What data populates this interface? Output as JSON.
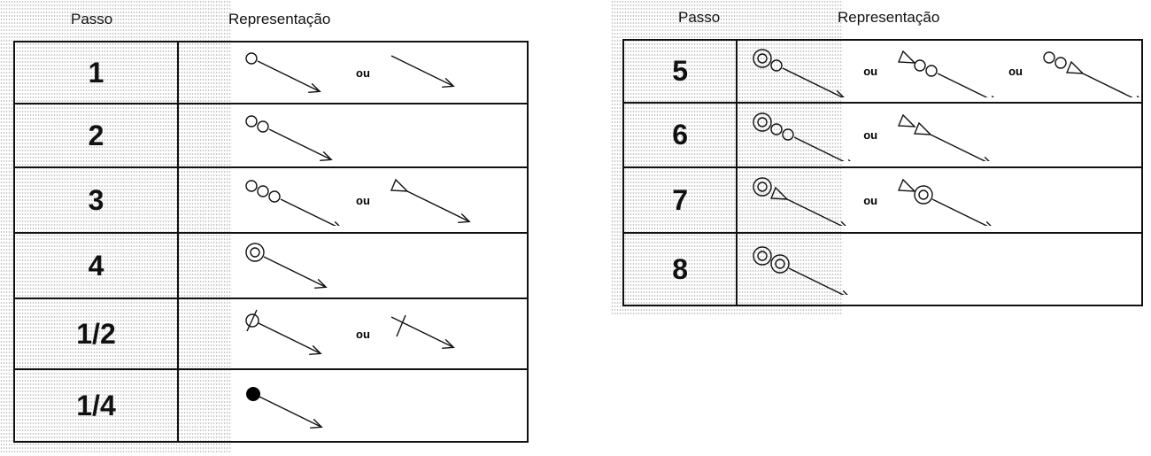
{
  "headers": {
    "step": "Passo",
    "representation": "Representação"
  },
  "separator": "ou",
  "left_table": [
    {
      "step": "1",
      "variants": [
        [
          "c"
        ],
        []
      ]
    },
    {
      "step": "2",
      "variants": [
        [
          "c",
          "c"
        ]
      ]
    },
    {
      "step": "3",
      "variants": [
        [
          "c",
          "c",
          "c"
        ],
        [
          "t"
        ]
      ]
    },
    {
      "step": "4",
      "variants": [
        [
          "cc"
        ]
      ]
    },
    {
      "step": "1/2",
      "variants": [
        [
          "slash"
        ],
        [
          "cross"
        ]
      ]
    },
    {
      "step": "1/4",
      "variants": [
        [
          "dot"
        ]
      ]
    }
  ],
  "right_table": [
    {
      "step": "5",
      "variants": [
        [
          "cc",
          "c"
        ],
        [
          "t",
          "c",
          "c"
        ],
        [
          "c",
          "c",
          "t"
        ]
      ]
    },
    {
      "step": "6",
      "variants": [
        [
          "cc",
          "c",
          "c"
        ],
        [
          "t",
          "t"
        ]
      ]
    },
    {
      "step": "7",
      "variants": [
        [
          "cc",
          "t"
        ],
        [
          "t",
          "cc"
        ]
      ]
    },
    {
      "step": "8",
      "variants": [
        [
          "cc",
          "cc"
        ]
      ]
    }
  ]
}
